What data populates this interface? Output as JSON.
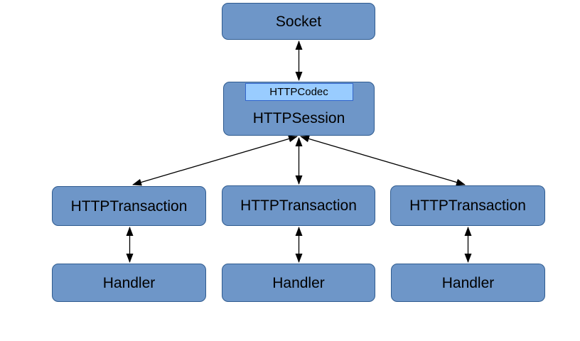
{
  "diagram": {
    "colors": {
      "background": "#ffffff",
      "node_fill": "#6e96c8",
      "node_border": "#2f5b8f",
      "codec_fill": "#99ccff",
      "codec_border": "#3366cc",
      "arrow": "#000000",
      "text": "#000000"
    },
    "nodes": {
      "socket": {
        "label": "Socket"
      },
      "session": {
        "label": "HTTPSession"
      },
      "codec": {
        "label": "HTTPCodec"
      },
      "transaction_left": {
        "label": "HTTPTransaction"
      },
      "transaction_middle": {
        "label": "HTTPTransaction"
      },
      "transaction_right": {
        "label": "HTTPTransaction"
      },
      "handler_left": {
        "label": "Handler"
      },
      "handler_middle": {
        "label": "Handler"
      },
      "handler_right": {
        "label": "Handler"
      }
    },
    "edges": [
      {
        "from": "Socket",
        "to": "HTTPSession",
        "bidirectional": true
      },
      {
        "from": "HTTPSession",
        "to": "HTTPTransaction (left)",
        "bidirectional": true
      },
      {
        "from": "HTTPSession",
        "to": "HTTPTransaction (middle)",
        "bidirectional": true
      },
      {
        "from": "HTTPSession",
        "to": "HTTPTransaction (right)",
        "bidirectional": true
      },
      {
        "from": "HTTPTransaction (left)",
        "to": "Handler (left)",
        "bidirectional": true
      },
      {
        "from": "HTTPTransaction (middle)",
        "to": "Handler (middle)",
        "bidirectional": true
      },
      {
        "from": "HTTPTransaction (right)",
        "to": "Handler (right)",
        "bidirectional": true
      }
    ]
  }
}
